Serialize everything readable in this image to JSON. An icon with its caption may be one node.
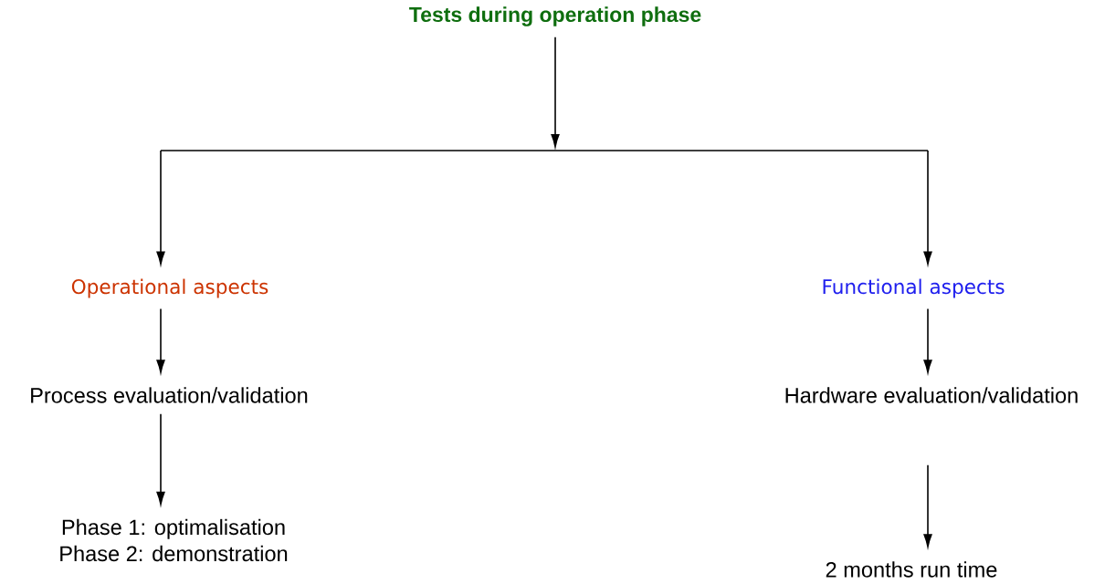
{
  "diagram": {
    "nodes": [
      {
        "text": [
          "Tests during operation phase"
        ]
      },
      {
        "text": [],
        "shape": "bar"
      },
      {
        "text": [
          "Operational aspects"
        ]
      },
      {
        "text": [
          "Functional aspects"
        ]
      },
      {
        "text": [
          "Process evaluation/validation"
        ]
      },
      {
        "text": [
          "Phase 1: optimalisation",
          "Phase 2: demonstration"
        ]
      },
      {
        "text": [
          "Hardware evaluation/validation"
        ]
      },
      {
        "text": [
          "2 months run time"
        ]
      }
    ],
    "edges": [
      {
        "from": 0,
        "to": 1,
        "arrow": "to"
      },
      {
        "from": 1,
        "to": 2,
        "arrow": "to"
      },
      {
        "from": 1,
        "to": 3,
        "arrow": "to"
      },
      {
        "from": 2,
        "to": 4,
        "arrow": "to"
      },
      {
        "from": 4,
        "to": 5,
        "arrow": "to"
      },
      {
        "from": 3,
        "to": 6,
        "arrow": "to"
      },
      {
        "from": 6,
        "to": 7,
        "arrow": "to"
      }
    ]
  }
}
